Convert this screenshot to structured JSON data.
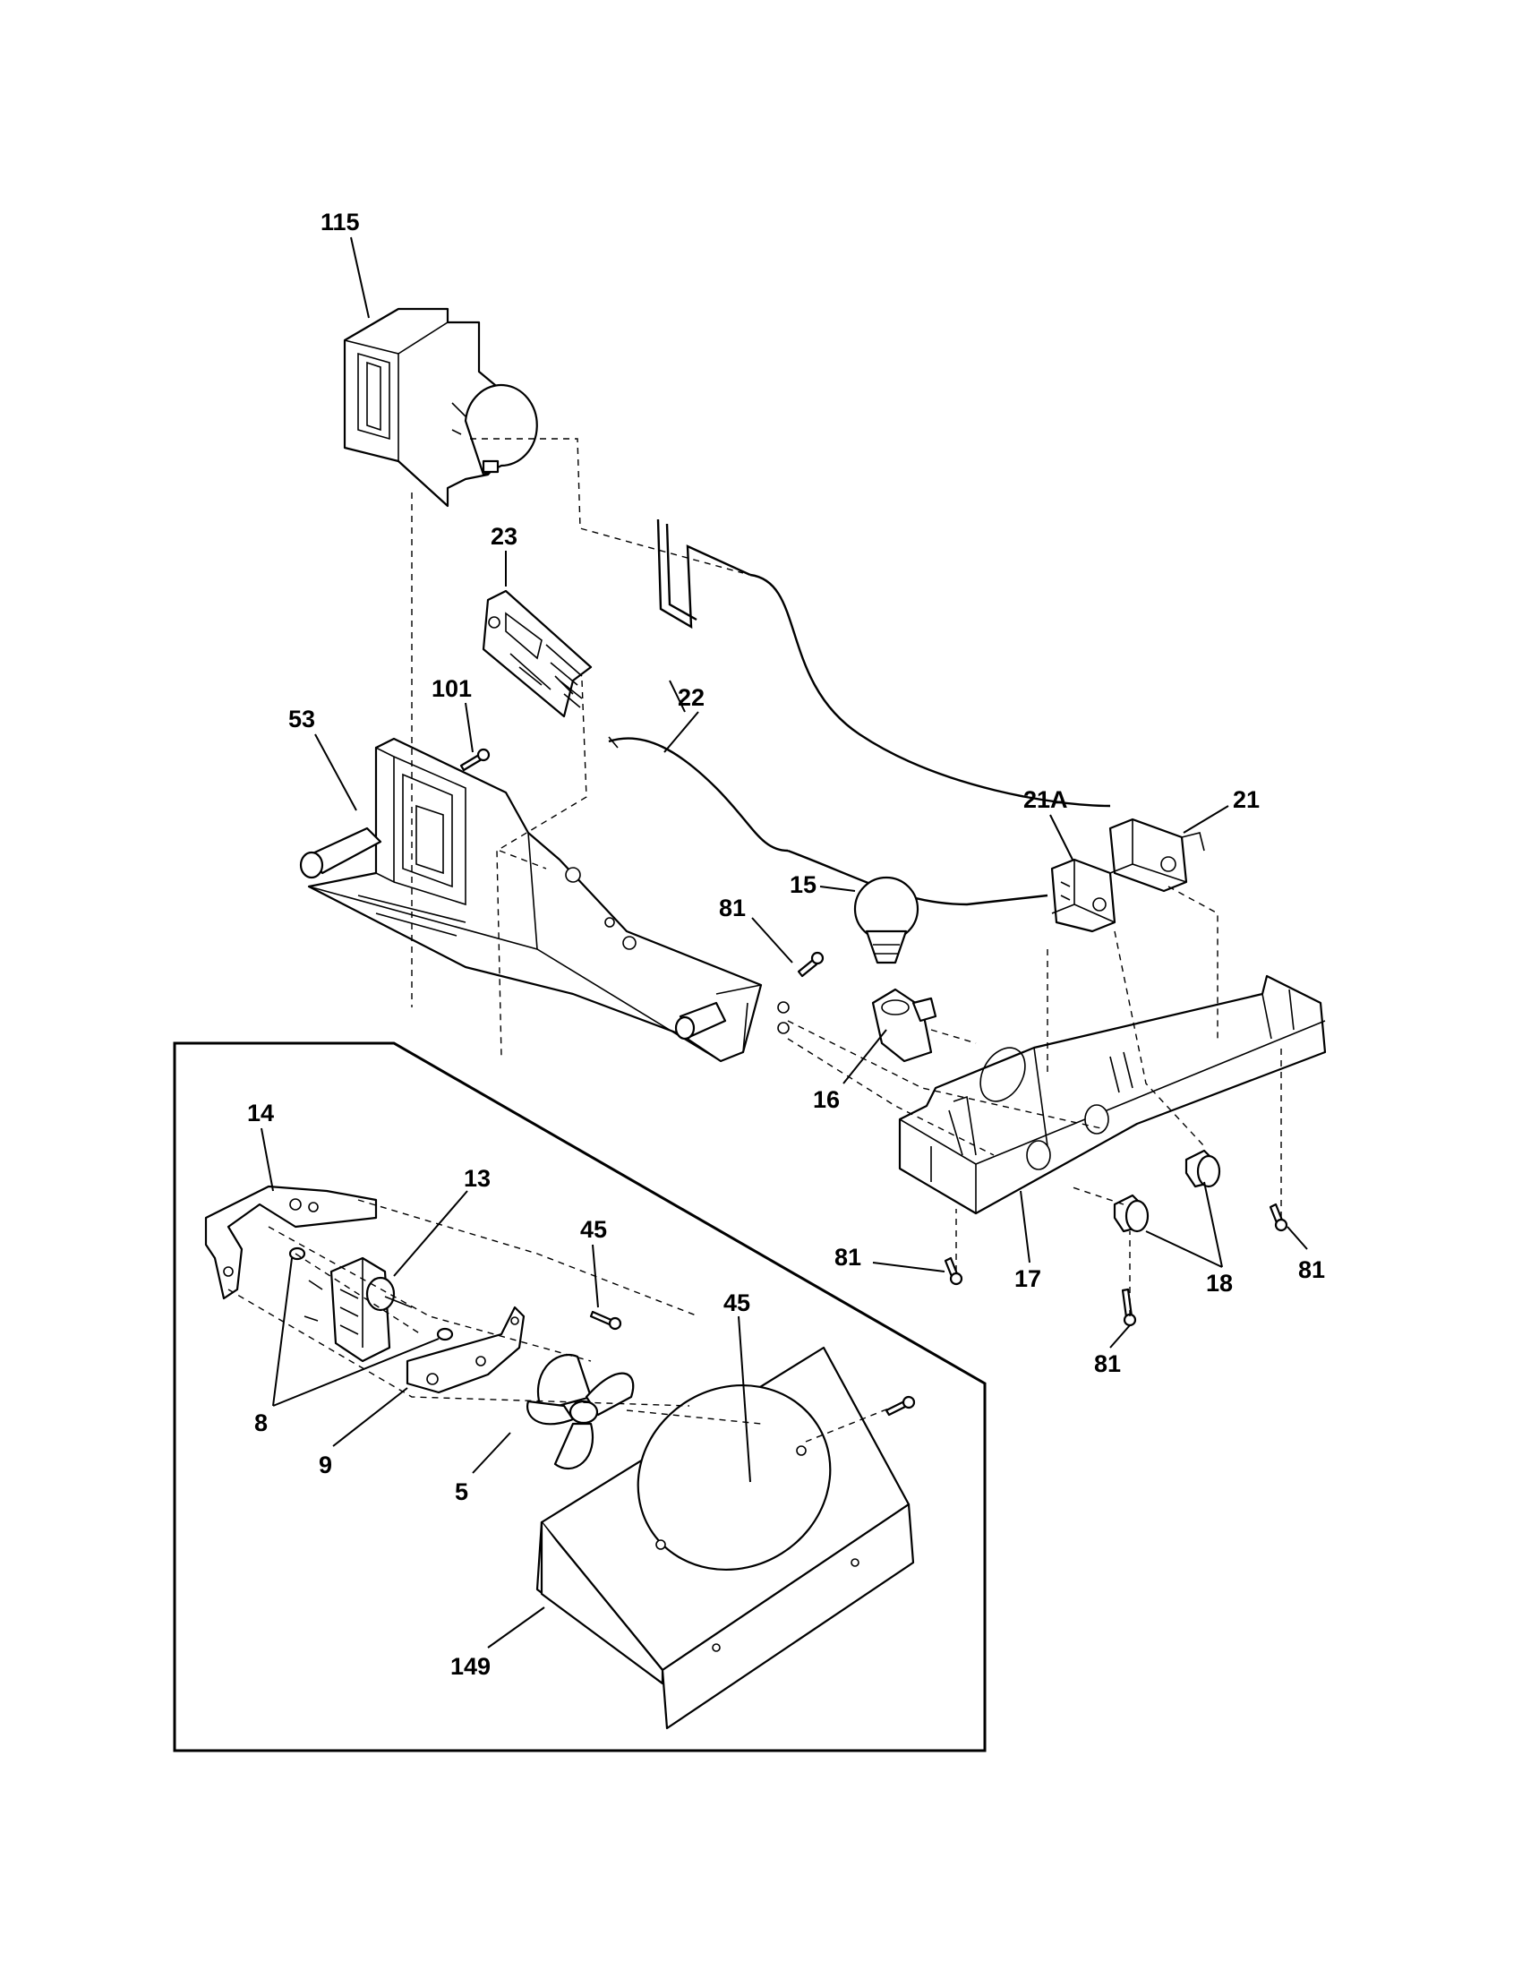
{
  "diagram": {
    "callouts": [
      {
        "id": "115",
        "text": "115"
      },
      {
        "id": "23",
        "text": "23"
      },
      {
        "id": "101",
        "text": "101"
      },
      {
        "id": "53",
        "text": "53"
      },
      {
        "id": "22",
        "text": "22"
      },
      {
        "id": "21A",
        "text": "21A"
      },
      {
        "id": "21",
        "text": "21"
      },
      {
        "id": "15",
        "text": "15"
      },
      {
        "id": "81a",
        "text": "81"
      },
      {
        "id": "16",
        "text": "16"
      },
      {
        "id": "17",
        "text": "17"
      },
      {
        "id": "18",
        "text": "18"
      },
      {
        "id": "81b",
        "text": "81"
      },
      {
        "id": "81c",
        "text": "81"
      },
      {
        "id": "81d",
        "text": "81"
      },
      {
        "id": "14",
        "text": "14"
      },
      {
        "id": "13",
        "text": "13"
      },
      {
        "id": "45a",
        "text": "45"
      },
      {
        "id": "45b",
        "text": "45"
      },
      {
        "id": "8",
        "text": "8"
      },
      {
        "id": "9",
        "text": "9"
      },
      {
        "id": "5",
        "text": "5"
      },
      {
        "id": "149",
        "text": "149"
      }
    ]
  }
}
